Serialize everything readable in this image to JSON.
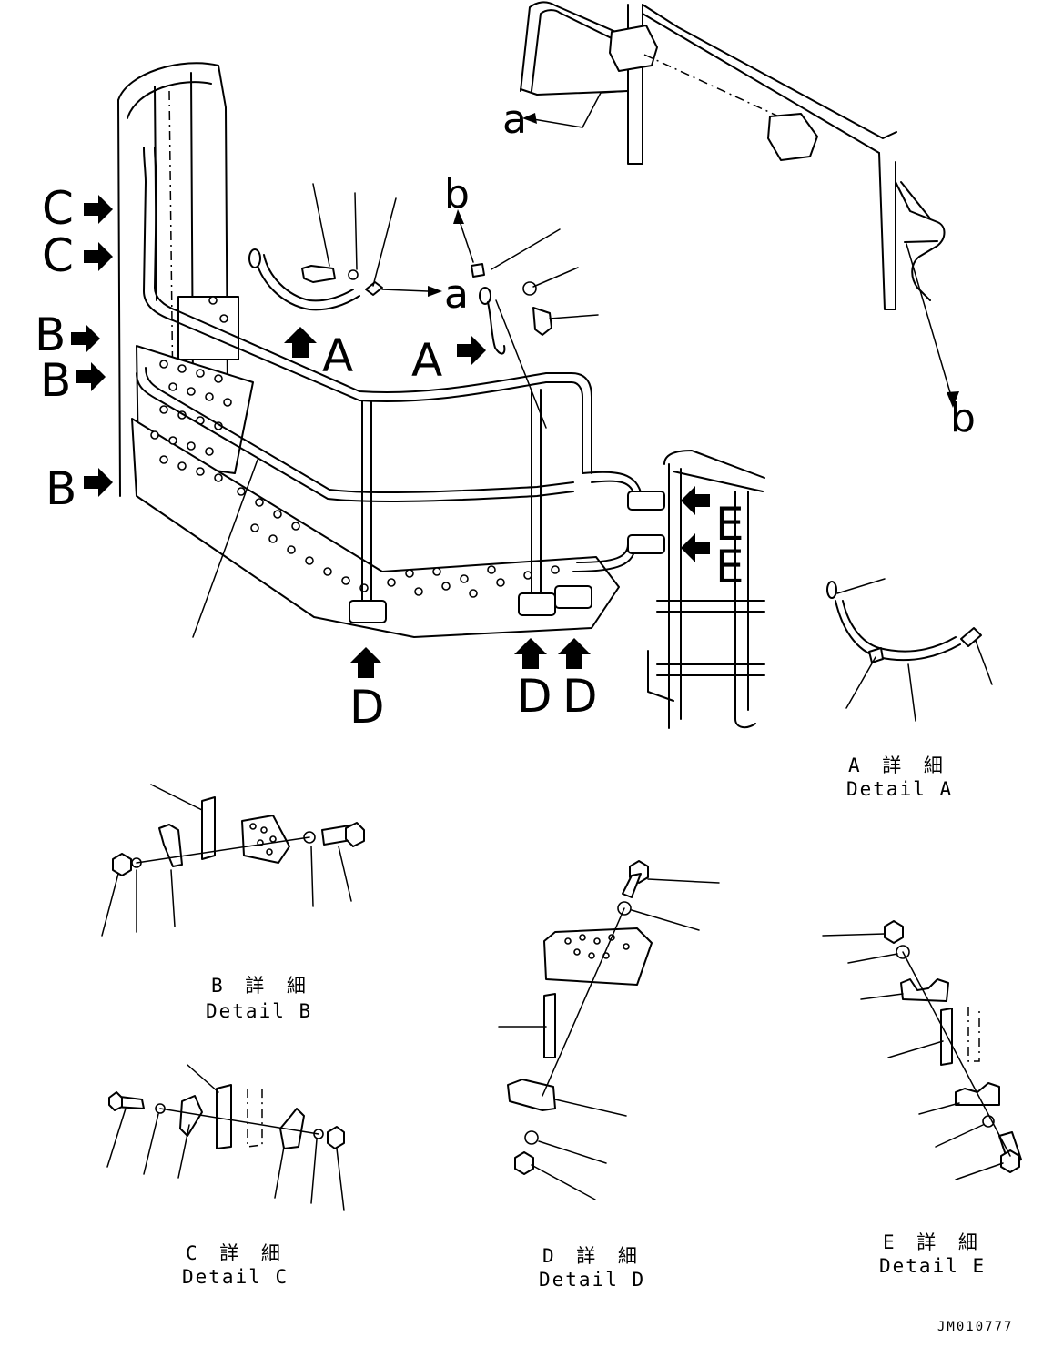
{
  "callouts": {
    "A": "A",
    "B": "B",
    "C": "C",
    "D": "D",
    "E": "E",
    "a": "a",
    "b": "b"
  },
  "details": {
    "A": {
      "jp": "A 詳 細",
      "en": "Detail A"
    },
    "B": {
      "jp": "B 詳 細",
      "en": "Detail B"
    },
    "C": {
      "jp": "C 詳 細",
      "en": "Detail C"
    },
    "D": {
      "jp": "D 詳 細",
      "en": "Detail D"
    },
    "E": {
      "jp": "E 詳 細",
      "en": "Detail E"
    }
  },
  "doc_id": "JM010777"
}
